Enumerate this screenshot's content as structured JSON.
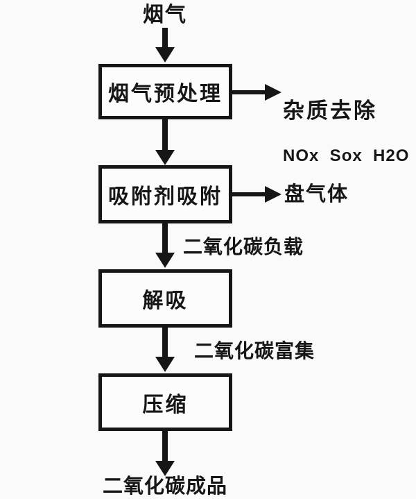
{
  "colors": {
    "ink": "#161616",
    "background": "#fafafa"
  },
  "flow": {
    "source": "烟气",
    "steps": [
      {
        "label": "烟气预处理"
      },
      {
        "label": "吸附剂吸附"
      },
      {
        "label": "解吸"
      },
      {
        "label": "压缩"
      }
    ],
    "branches": [
      {
        "from": "烟气预处理",
        "line1": "杂质去除",
        "line2": "NOx  Sox  H2O"
      },
      {
        "from": "吸附剂吸附",
        "line1": "盘气体"
      }
    ],
    "edge_labels": [
      "二氧化碳负载",
      "二氧化碳富集"
    ],
    "sink": "二氧化碳成品"
  }
}
